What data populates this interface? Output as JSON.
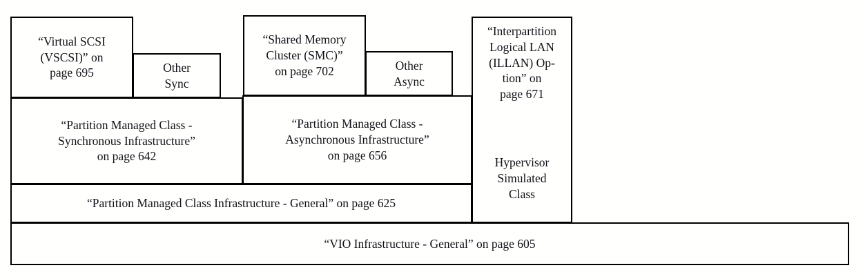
{
  "diagram": {
    "title": "VIO Infrastructure layering diagram",
    "background_color": "#fffffd",
    "line_color": "#000000",
    "text_color": "#101018",
    "boxes": {
      "vscsi": {
        "label": "“Virtual SCSI\n(VSCSI)” on\npage 695",
        "page": "695"
      },
      "other_sync": {
        "label": "Other\nSync"
      },
      "smc": {
        "label": "“Shared Memory\nCluster (SMC)”\non page 702",
        "page": "702"
      },
      "other_async": {
        "label": "Other\nAsync"
      },
      "illan": {
        "label": "“Interpartition\nLogical LAN\n(ILLAN) Op-\ntion” on\npage 671",
        "page": "671",
        "sublabel": "Hypervisor\nSimulated\nClass"
      },
      "pmc_sync": {
        "label": "“Partition Managed Class -\nSynchronous Infrastructure”\non page 642",
        "page": "642"
      },
      "pmc_async": {
        "label": "“Partition Managed Class -\nAsynchronous Infrastructure”\non page 656",
        "page": "656"
      },
      "pmc_general": {
        "label": "“Partition Managed Class Infrastructure - General” on page 625",
        "page": "625"
      },
      "vio_general": {
        "label": "“VIO Infrastructure - General” on page 605",
        "page": "605"
      }
    }
  }
}
